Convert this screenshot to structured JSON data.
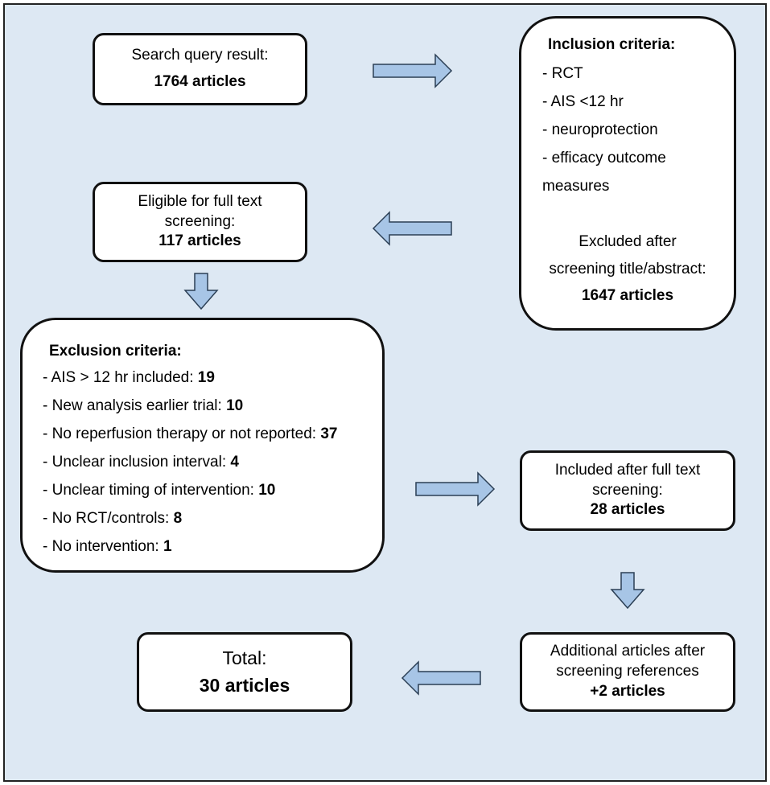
{
  "search": {
    "line1": "Search query result:",
    "count": "1764 articles"
  },
  "inclusion": {
    "title": "Inclusion criteria:",
    "items": [
      "- RCT",
      "- AIS <12 hr",
      "- neuroprotection",
      "- efficacy outcome",
      "measures"
    ],
    "excluded_line1": "Excluded after",
    "excluded_line2": "screening title/abstract:",
    "excluded_count": "1647 articles"
  },
  "eligible": {
    "line1": "Eligible for full text",
    "line2": "screening:",
    "count": "117 articles"
  },
  "exclusion": {
    "title": "Exclusion criteria:",
    "items": [
      {
        "label": "- AIS > 12 hr included: ",
        "value": "19"
      },
      {
        "label": "- New analysis earlier trial: ",
        "value": "10"
      },
      {
        "label": "- No reperfusion therapy or not reported: ",
        "value": "37"
      },
      {
        "label": "- Unclear inclusion interval: ",
        "value": "4"
      },
      {
        "label": "- Unclear timing of intervention: ",
        "value": "10"
      },
      {
        "label": "- No RCT/controls: ",
        "value": "8"
      },
      {
        "label": "- No intervention: ",
        "value": "1"
      }
    ]
  },
  "included": {
    "line1": "Included after full text",
    "line2": "screening:",
    "count": "28 articles"
  },
  "additional": {
    "line1": "Additional articles after",
    "line2": "screening references",
    "count": "+2 articles"
  },
  "total": {
    "line1": "Total:",
    "count": "30 articles"
  },
  "colors": {
    "background": "#dde8f3",
    "arrow_fill": "#a7c5e6",
    "arrow_stroke": "#2b3f55"
  }
}
